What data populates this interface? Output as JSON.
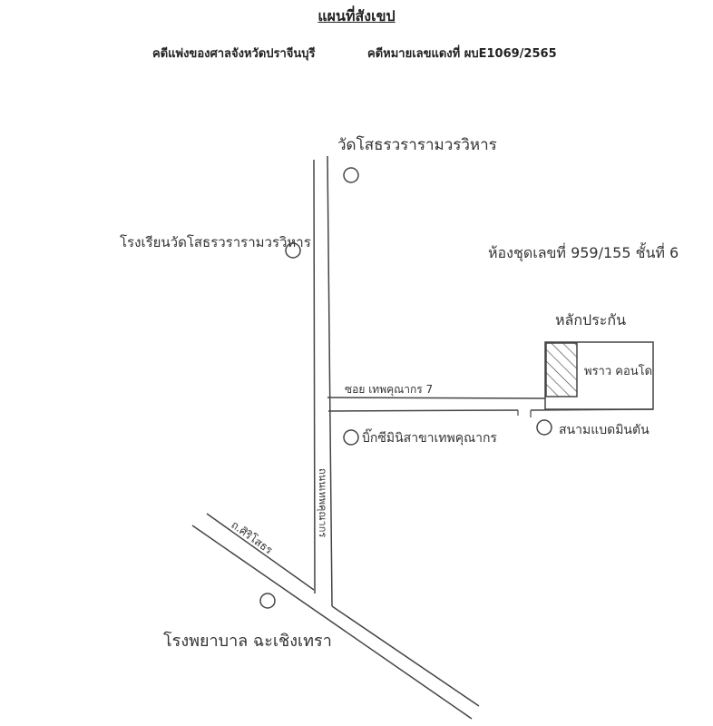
{
  "header": {
    "title": "แผนที่สังเขป",
    "court": "คดีแพ่งของศาลจังหวัดปราจีนบุรี",
    "case_number": "คดีหมายเลขแดงที่  ผบE1069/2565"
  },
  "landmarks": {
    "temple": "วัดโสธรวรารามวรวิหาร",
    "temple_school": "โรงเรียนวัดโสธรวรารามวรวิหาร",
    "condo_unit": "ห้องชุดเลขที่  959/155  ชั้นที่ 6",
    "collateral": "หลักประกัน",
    "condo_name": "พราว คอนโด",
    "soi": "ซอย เทพคุณากร 7",
    "bigc": "บิ๊กซีมินิสาขาเทพคุณากร",
    "badminton": "สนามแบดมินตัน",
    "main_road": "ถนนเทพคุณากร",
    "siri_road": "ถ.ศิริโสธร",
    "hospital": "โรงพยาบาล ฉะเชิงเทรา"
  }
}
